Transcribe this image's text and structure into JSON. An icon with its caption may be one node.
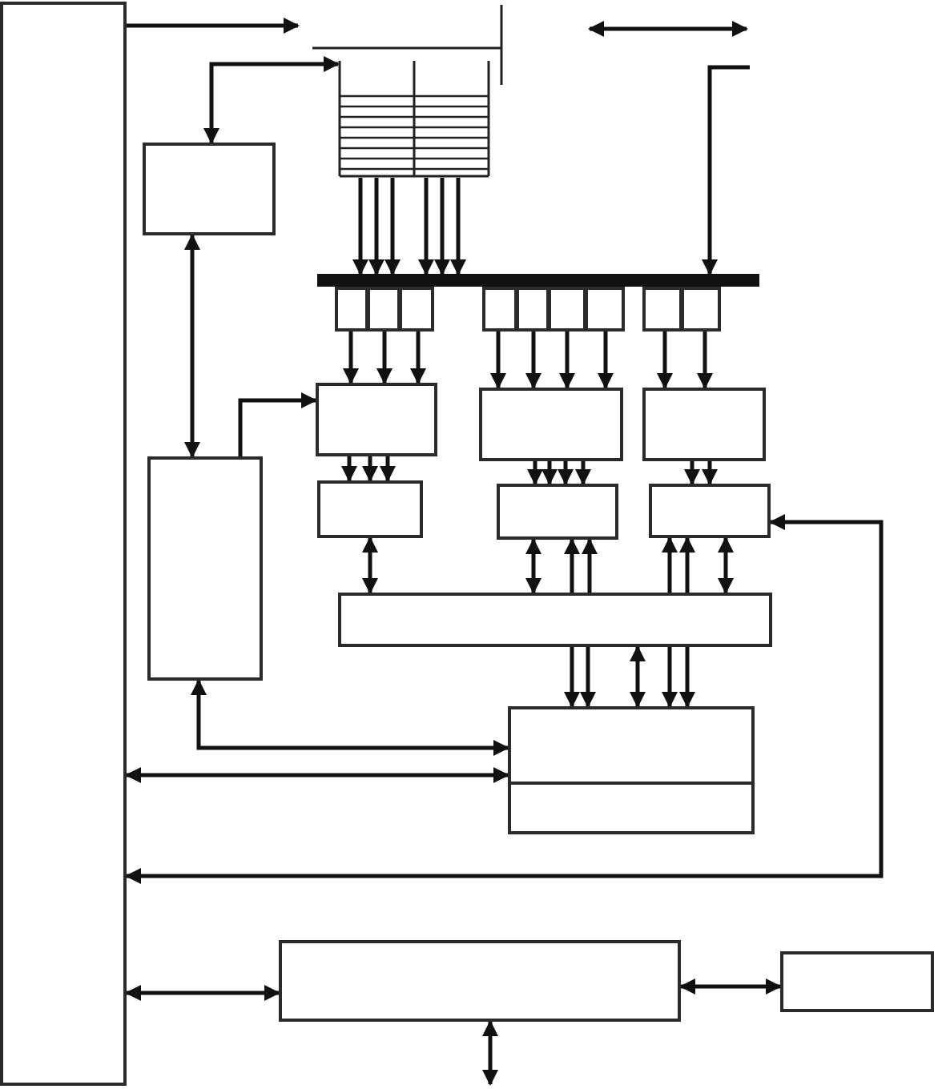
{
  "diagram": {
    "nodes": [
      {
        "text": [],
        "shape": "box"
      },
      {
        "text": [],
        "shape": "box"
      },
      {
        "text": [],
        "shape": "box"
      },
      {
        "text": [],
        "shape": "stack"
      },
      {
        "text": [],
        "shape": "bar"
      },
      {
        "text": [],
        "shape": "box"
      },
      {
        "text": [],
        "shape": "box"
      },
      {
        "text": [],
        "shape": "box"
      },
      {
        "text": [],
        "shape": "box"
      },
      {
        "text": [],
        "shape": "box"
      },
      {
        "text": [],
        "shape": "box"
      },
      {
        "text": [],
        "shape": "box"
      },
      {
        "text": [],
        "shape": "box"
      },
      {
        "text": [],
        "shape": "box"
      },
      {
        "text": [],
        "shape": "box"
      },
      {
        "text": [],
        "shape": "box"
      },
      {
        "text": [],
        "shape": "box"
      },
      {
        "text": [],
        "shape": "box"
      },
      {
        "text": [],
        "shape": "box"
      },
      {
        "text": [],
        "shape": "box"
      },
      {
        "text": [],
        "shape": "box"
      },
      {
        "text": [],
        "shape": "box"
      },
      {
        "text": [],
        "shape": "box"
      },
      {
        "text": [],
        "shape": "box"
      },
      {
        "text": [],
        "shape": "box"
      }
    ],
    "edges": [
      {
        "from": 0,
        "to": null,
        "arrow": "to"
      },
      {
        "from": 1,
        "to": 3,
        "arrow": "both"
      },
      {
        "from": null,
        "to": 4,
        "arrow": "to"
      },
      {
        "from": 3,
        "to": 4,
        "arrow": "to"
      },
      {
        "from": 3,
        "to": 4,
        "arrow": "to"
      },
      {
        "from": 3,
        "to": 4,
        "arrow": "to"
      },
      {
        "from": 3,
        "to": 4,
        "arrow": "to"
      },
      {
        "from": 3,
        "to": 4,
        "arrow": "to"
      },
      {
        "from": 3,
        "to": 4,
        "arrow": "to"
      },
      {
        "from": 5,
        "to": 14,
        "arrow": "to"
      },
      {
        "from": 6,
        "to": 14,
        "arrow": "to"
      },
      {
        "from": 7,
        "to": 14,
        "arrow": "to"
      },
      {
        "from": 8,
        "to": 15,
        "arrow": "to"
      },
      {
        "from": 9,
        "to": 15,
        "arrow": "to"
      },
      {
        "from": 10,
        "to": 15,
        "arrow": "to"
      },
      {
        "from": 11,
        "to": 15,
        "arrow": "to"
      },
      {
        "from": 12,
        "to": 16,
        "arrow": "to"
      },
      {
        "from": 13,
        "to": 16,
        "arrow": "to"
      },
      {
        "from": 1,
        "to": 2,
        "arrow": "both"
      },
      {
        "from": 2,
        "to": 14,
        "arrow": "to"
      },
      {
        "from": 14,
        "to": 17,
        "arrow": "to"
      },
      {
        "from": 14,
        "to": 17,
        "arrow": "to"
      },
      {
        "from": 14,
        "to": 17,
        "arrow": "to"
      },
      {
        "from": 15,
        "to": 18,
        "arrow": "to"
      },
      {
        "from": 15,
        "to": 18,
        "arrow": "to"
      },
      {
        "from": 15,
        "to": 18,
        "arrow": "to"
      },
      {
        "from": 15,
        "to": 18,
        "arrow": "to"
      },
      {
        "from": 16,
        "to": 19,
        "arrow": "to"
      },
      {
        "from": 16,
        "to": 19,
        "arrow": "to"
      },
      {
        "from": 17,
        "to": 20,
        "arrow": "both"
      },
      {
        "from": 18,
        "to": 20,
        "arrow": "both"
      },
      {
        "from": 20,
        "to": 18,
        "arrow": "to"
      },
      {
        "from": 20,
        "to": 18,
        "arrow": "to"
      },
      {
        "from": 20,
        "to": 19,
        "arrow": "to"
      },
      {
        "from": 20,
        "to": 19,
        "arrow": "to"
      },
      {
        "from": 19,
        "to": 20,
        "arrow": "both"
      },
      {
        "from": 20,
        "to": 21,
        "arrow": "to"
      },
      {
        "from": 20,
        "to": 21,
        "arrow": "to"
      },
      {
        "from": 20,
        "to": 21,
        "arrow": "both"
      },
      {
        "from": 20,
        "to": 21,
        "arrow": "to"
      },
      {
        "from": 20,
        "to": 21,
        "arrow": "to"
      },
      {
        "from": 2,
        "to": 21,
        "arrow": "both"
      },
      {
        "from": 0,
        "to": 21,
        "arrow": "both"
      },
      {
        "from": 19,
        "to": 0,
        "arrow": "both"
      },
      {
        "from": 0,
        "to": 23,
        "arrow": "both"
      },
      {
        "from": 23,
        "to": 24,
        "arrow": "both"
      },
      {
        "from": 23,
        "to": null,
        "arrow": "both"
      }
    ]
  }
}
